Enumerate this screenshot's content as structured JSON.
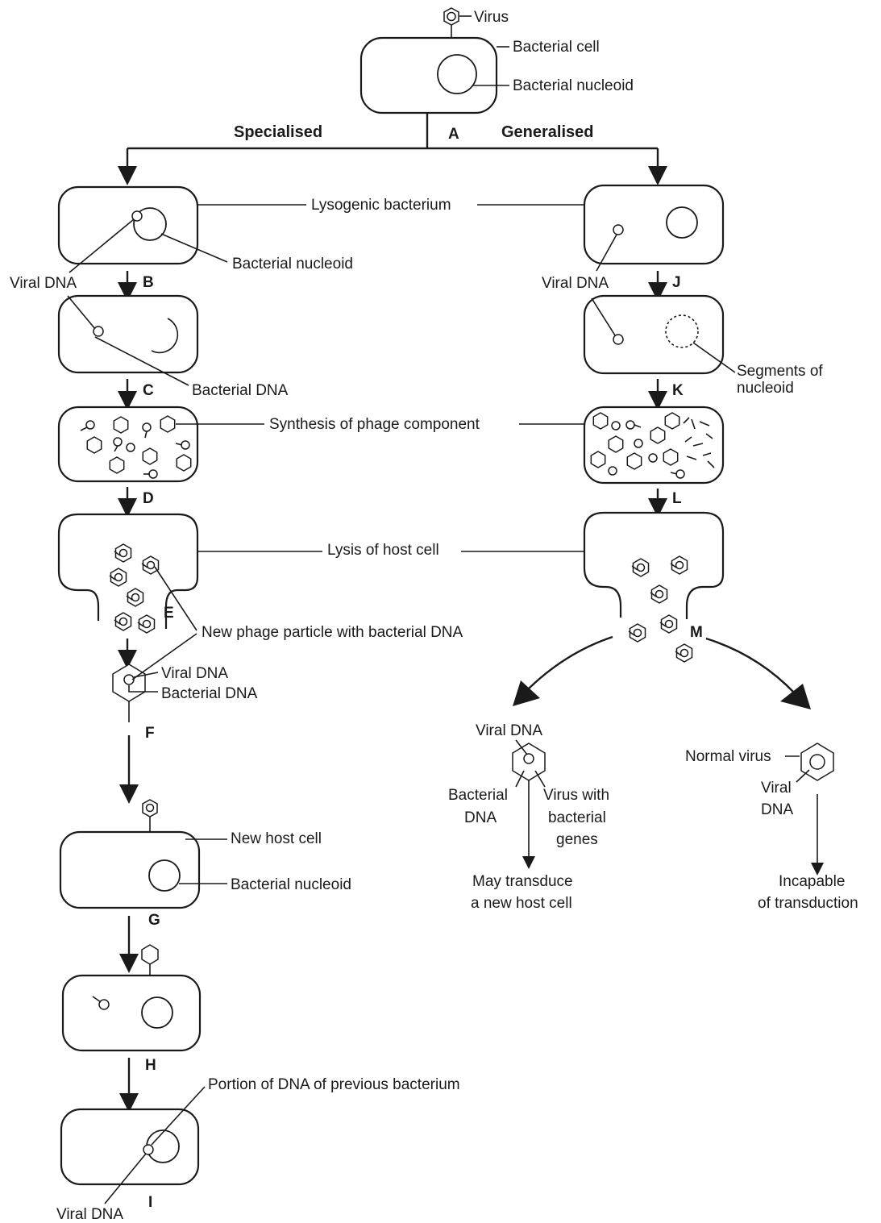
{
  "labels": {
    "virus": "Virus",
    "bacterial_cell": "Bacterial cell",
    "bacterial_nucleoid_top": "Bacterial nucleoid",
    "specialised": "Specialised",
    "generalised": "Generalised",
    "lysogenic_bacterium": "Lysogenic bacterium",
    "bacterial_nucleoid_b": "Bacterial nucleoid",
    "viral_dna_b": "Viral DNA",
    "viral_dna_j": "Viral DNA",
    "bacterial_dna_c": "Bacterial DNA",
    "segments_of_nucleoid_1": "Segments of",
    "segments_of_nucleoid_2": "nucleoid",
    "synthesis": "Synthesis of phage component",
    "lysis": "Lysis of host cell",
    "new_phage": "New phage particle with bacterial DNA",
    "viral_dna_f": "Viral DNA",
    "bacterial_dna_f": "Bacterial DNA",
    "new_host_cell": "New host cell",
    "bacterial_nucleoid_g": "Bacterial nucleoid",
    "portion_dna": "Portion of DNA of previous bacterium",
    "viral_dna_i": "Viral DNA",
    "viral_dna_m": "Viral DNA",
    "bacterial_dna_m_1": "Bacterial",
    "bacterial_dna_m_2": "DNA",
    "virus_with_genes_1": "Virus with",
    "virus_with_genes_2": "bacterial",
    "virus_with_genes_3": "genes",
    "may_transduce_1": "May transduce",
    "may_transduce_2": "a new host cell",
    "normal_virus": "Normal virus",
    "viral_dna_n_1": "Viral",
    "viral_dna_n_2": "DNA",
    "incapable_1": "Incapable",
    "incapable_2": "of transduction"
  },
  "steps": {
    "a": "A",
    "b": "B",
    "c": "C",
    "d": "D",
    "e": "E",
    "f": "F",
    "g": "G",
    "h": "H",
    "i": "I",
    "j": "J",
    "k": "K",
    "l": "L",
    "m": "M"
  }
}
